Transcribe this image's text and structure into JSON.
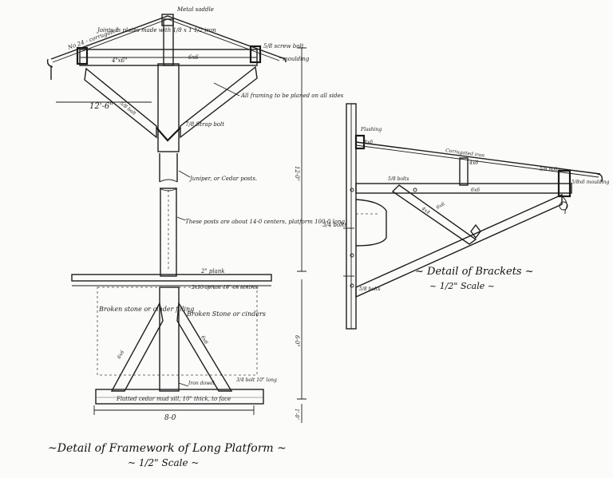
{
  "left_drawing": {
    "title": "~Detail of Framework of Long Platform ~",
    "scale": "~ 1/2\" Scale ~",
    "labels": {
      "metal_saddle": "Metal saddle",
      "no_corrugated": "No 24 - corrugated",
      "joints_in_plates": "Joints in plates made with 1/8 x 1 1/2 iron",
      "screw_bolt": "5/8 screw bolt",
      "four_by_six": "4\"x6\"",
      "six_by_six": "6x6",
      "moulding": "moulding",
      "all_framing": "All framing to be planed on all sides",
      "twelve_six": "12'-6\"",
      "five_eight_bolt": "5/8 bolt",
      "seven_eight_strap": "7/8 Strap bolt",
      "juniper": "Juniper, or Cedar posts.",
      "posts_note": "These posts are about 14-0 centers, platform 100-0 long.",
      "plank": "2\" plank",
      "spruce": "2x10 spruce 16\" on centres",
      "broken_stone_left": "Broken stone or cinder filling",
      "broken_stone_right": "Broken Stone or cinders",
      "iron_dowel": "Iron dowel",
      "bolt_long": "3/4 bolt 10\" long",
      "mud_sill": "Flatted cedar mud sill, 10\" thick, to face",
      "eight_oh": "8-0",
      "twelve_oh": "12-0\"",
      "six_oh": "6-0\"",
      "v_dim_small": "1'-0\"",
      "six_by_six_a": "6x6",
      "six_by_six_b": "6x6"
    }
  },
  "right_drawing": {
    "title": "~ Detail of Brackets ~",
    "scale": "~ 1/2\" Scale ~",
    "labels": {
      "flashing": "Flashing",
      "four_by_six": "4x6",
      "corrugated_iron": "Corrugated iron",
      "four_by_six_b": "4x6",
      "bolts": "5/8 bolts",
      "bolts_b": "5/8 bolts",
      "six_by_six": "6x6",
      "three_four_bolts": "3/4 bolts",
      "six_by_six_c": "6x6",
      "four_by_four": "4x4",
      "bolts_c": "5/8 bolts",
      "moulding": "5/8x6 moulding"
    }
  }
}
